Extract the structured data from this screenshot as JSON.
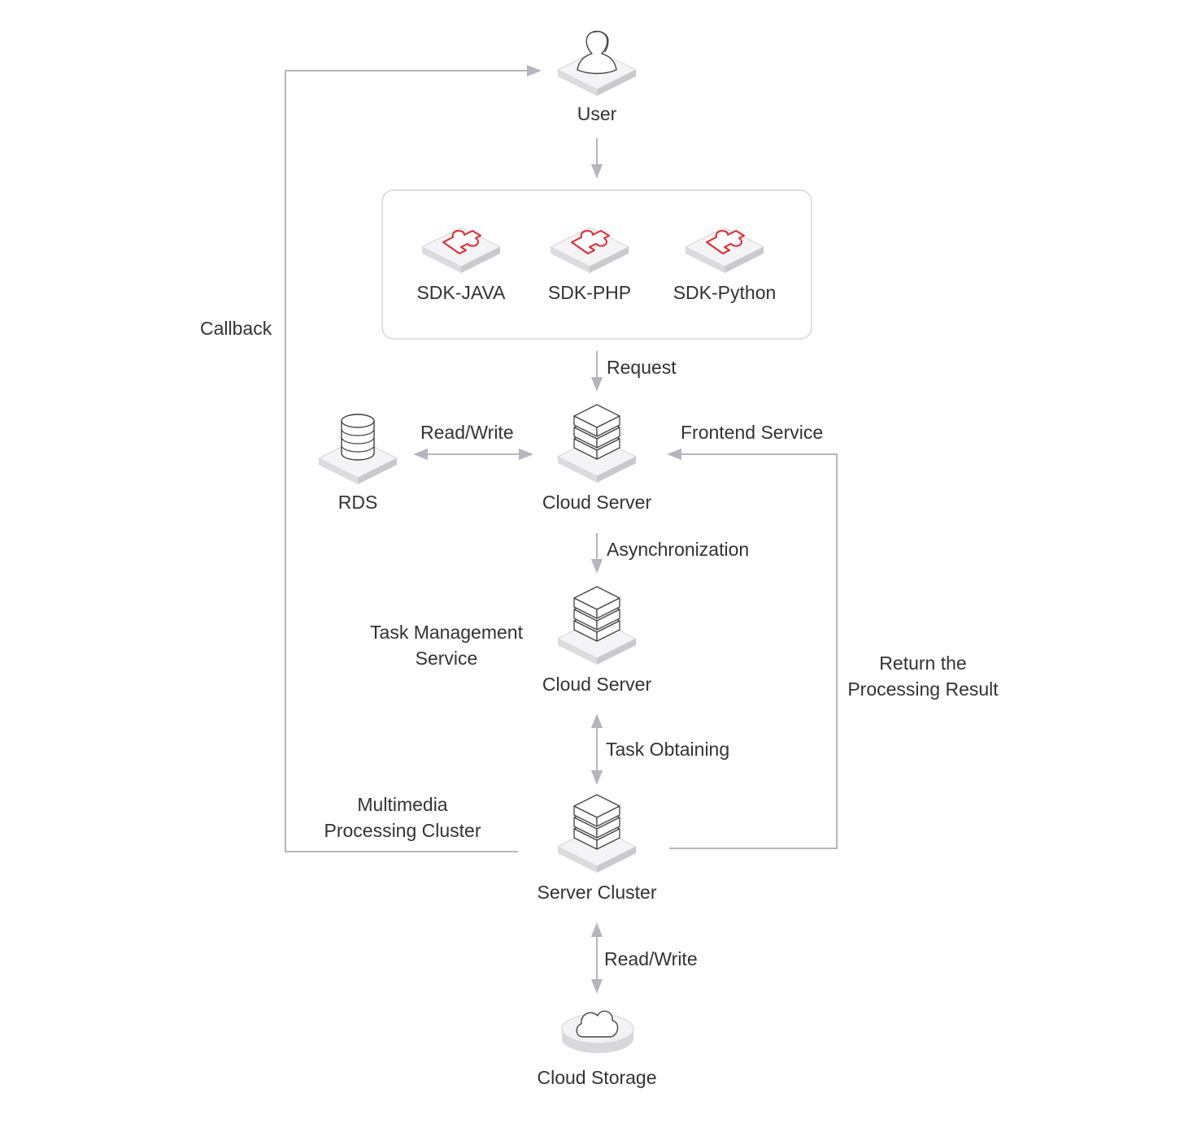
{
  "nodes": {
    "user": {
      "label": "User",
      "icon": "user-icon"
    },
    "sdk_java": {
      "label": "SDK-JAVA",
      "icon": "puzzle-icon"
    },
    "sdk_php": {
      "label": "SDK-PHP",
      "icon": "puzzle-icon"
    },
    "sdk_python": {
      "label": "SDK-Python",
      "icon": "puzzle-icon"
    },
    "rds": {
      "label": "RDS",
      "icon": "database-icon"
    },
    "cloud_server_frontend": {
      "label": "Cloud Server",
      "icon": "server-icon"
    },
    "cloud_server_task": {
      "label": "Cloud Server",
      "icon": "server-icon"
    },
    "server_cluster": {
      "label": "Server Cluster",
      "icon": "server-icon"
    },
    "cloud_storage": {
      "label": "Cloud Storage",
      "icon": "cloud-icon"
    }
  },
  "annotations": {
    "callback": "Callback",
    "request": "Request",
    "read_write_rds": "Read/Write",
    "frontend_service": "Frontend Service",
    "asynchronization": "Asynchronization",
    "task_management_line1": "Task Management",
    "task_management_line2": "Service",
    "return_line1": "Return the",
    "return_line2": "Processing Result",
    "task_obtaining": "Task Obtaining",
    "multimedia_line1": "Multimedia",
    "multimedia_line2": "Processing Cluster",
    "read_write_storage": "Read/Write"
  },
  "colors": {
    "line": "#b5b6bd",
    "icon_stroke": "#555555",
    "accent": "#e8262c",
    "text": "#333333"
  }
}
